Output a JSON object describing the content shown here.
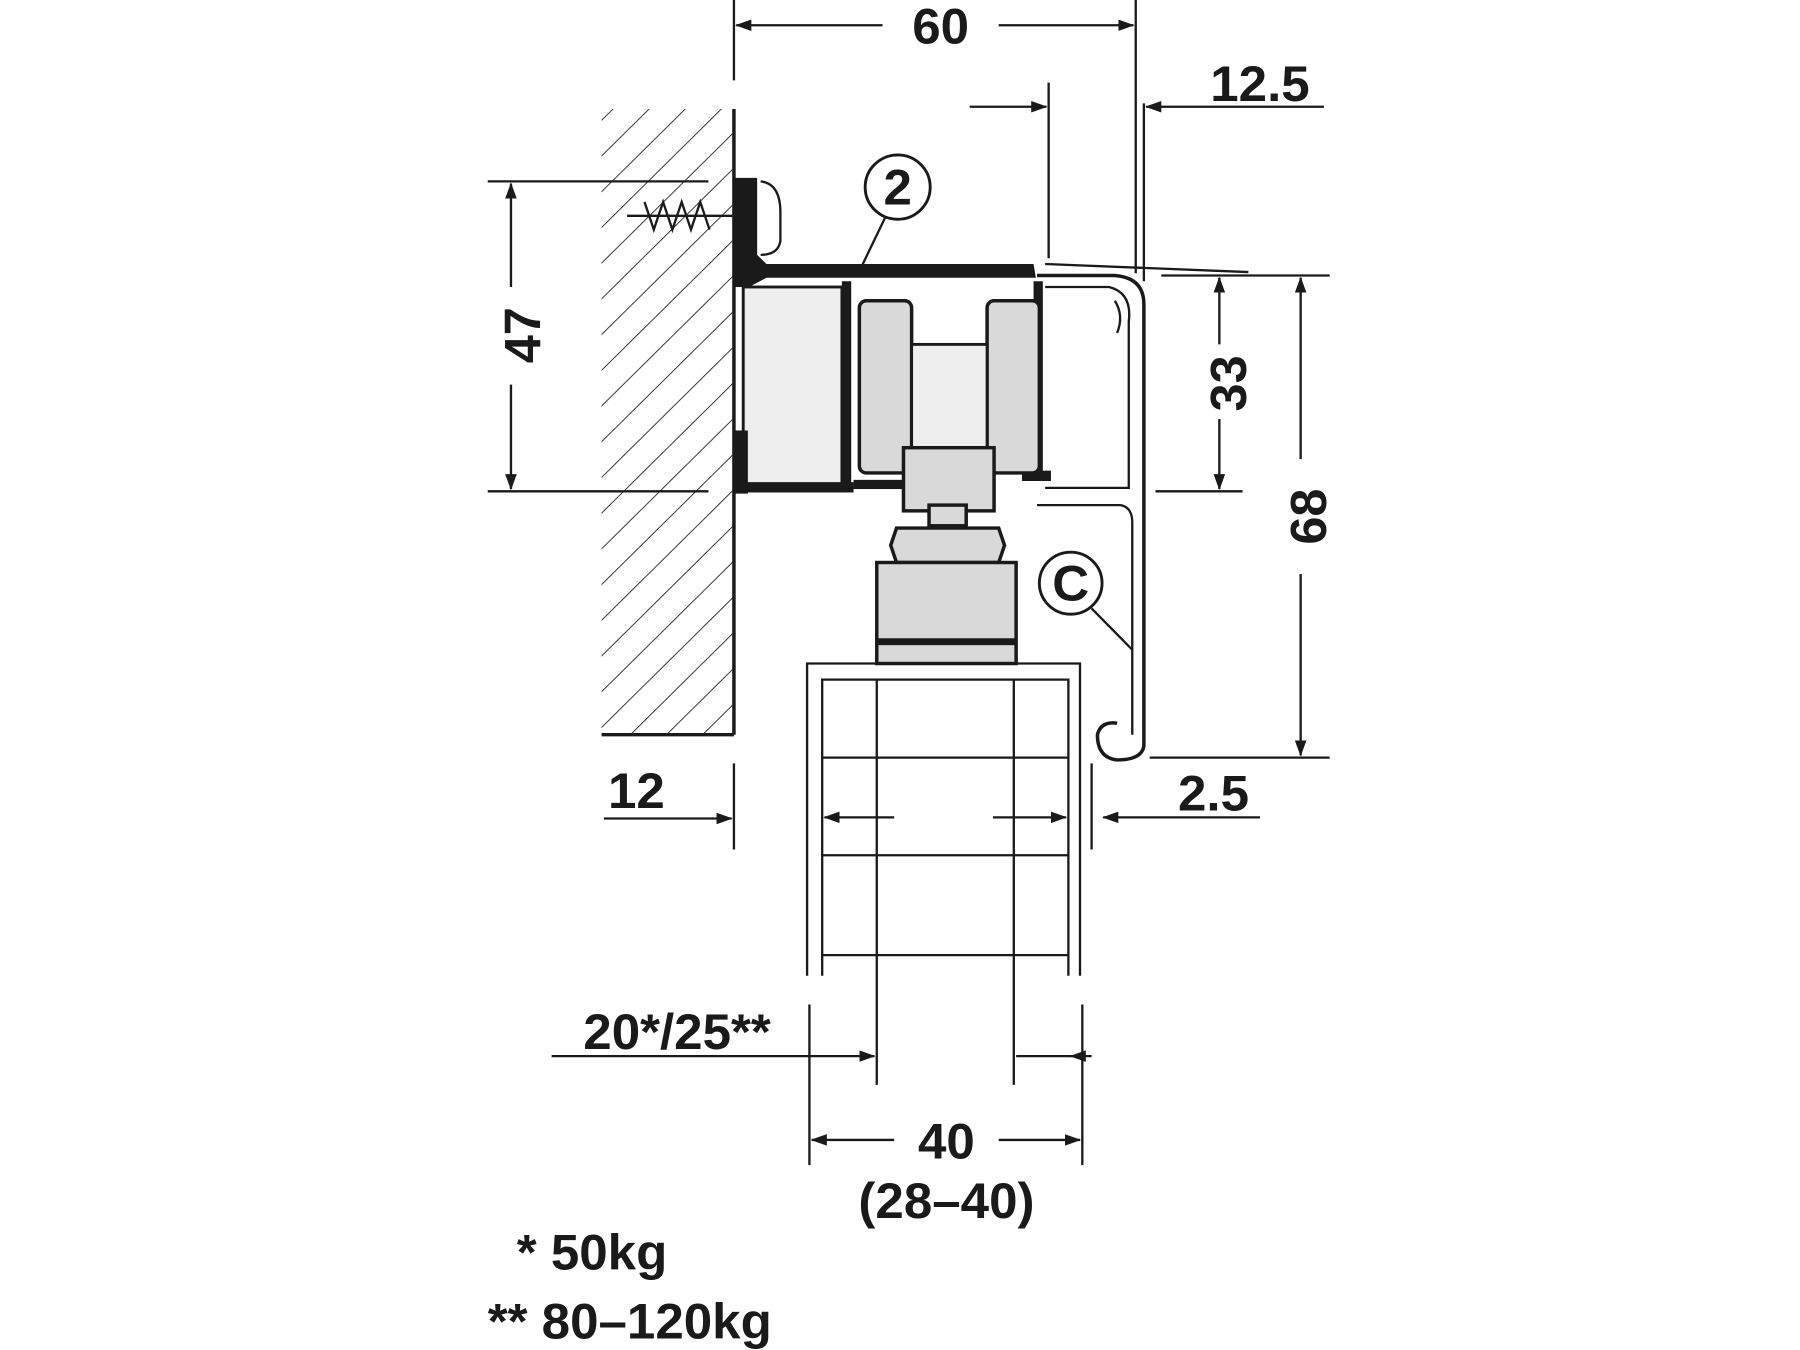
{
  "diagram": {
    "dimensions": {
      "width_total": "60",
      "offset_right": "12.5",
      "height_track": "47",
      "height_profile": "33",
      "height_total": "68",
      "wall_offset": "12",
      "cover_gap": "2.5",
      "door_inset": "20*/25**",
      "door_thickness": "40",
      "door_thickness_range": "(28–40)"
    },
    "callouts": {
      "track": "2",
      "cover": "C"
    },
    "notes": {
      "single_star": "* 50kg",
      "double_star": "** 80–120kg"
    },
    "colors": {
      "line": "#1a1a1a",
      "part_fill": "#d9d9d9"
    }
  }
}
